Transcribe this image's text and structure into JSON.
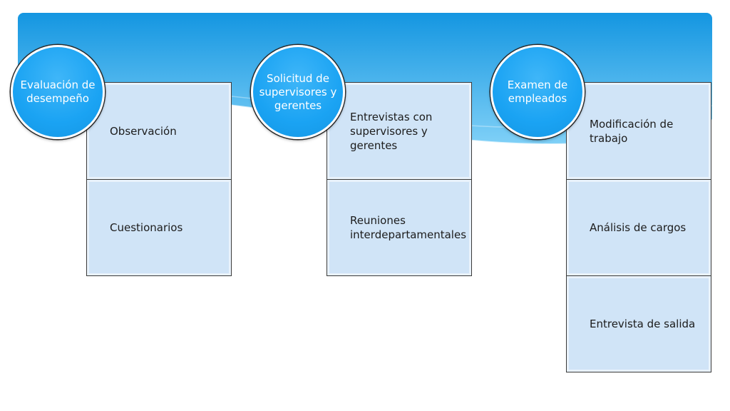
{
  "columns": [
    {
      "header": "Evaluación de desempeño",
      "items": [
        "Observación",
        "Cuestionarios"
      ]
    },
    {
      "header": "Solicitud de supervisores y gerentes",
      "items": [
        "Entrevistas con supervisores y gerentes",
        "Reuniones interdepartamentales"
      ]
    },
    {
      "header": "Examen de empleados",
      "items": [
        "Modificación de trabajo",
        "Análisis de cargos",
        "Entrevista de salida"
      ]
    }
  ],
  "colors": {
    "banner_top": "#1496e1",
    "banner_bottom": "#7fd0f7",
    "circle_fill": "#1aa3f3",
    "box_fill": "#d0e4f7",
    "circle_text": "#ffffff"
  }
}
